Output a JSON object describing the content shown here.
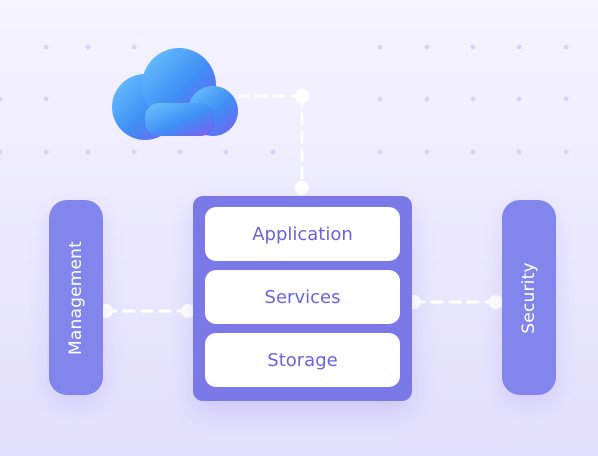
{
  "diagram": {
    "stack_layers": [
      {
        "label": "Application"
      },
      {
        "label": "Services"
      },
      {
        "label": "Storage"
      }
    ],
    "side_panels": {
      "left": {
        "label": "Management"
      },
      "right": {
        "label": "Security"
      }
    },
    "cloud": {
      "icon": "cloud-icon"
    },
    "colors": {
      "background_top": "#f6f4ff",
      "background_bottom": "#e2defd",
      "stack_container": "#7b78e8",
      "side_panel": "#8286ec",
      "layer_text": "#6c63dc",
      "cloud_top": "#6fc6ff",
      "cloud_bottom": "#7d5cf0",
      "connector": "#ffffff"
    }
  }
}
